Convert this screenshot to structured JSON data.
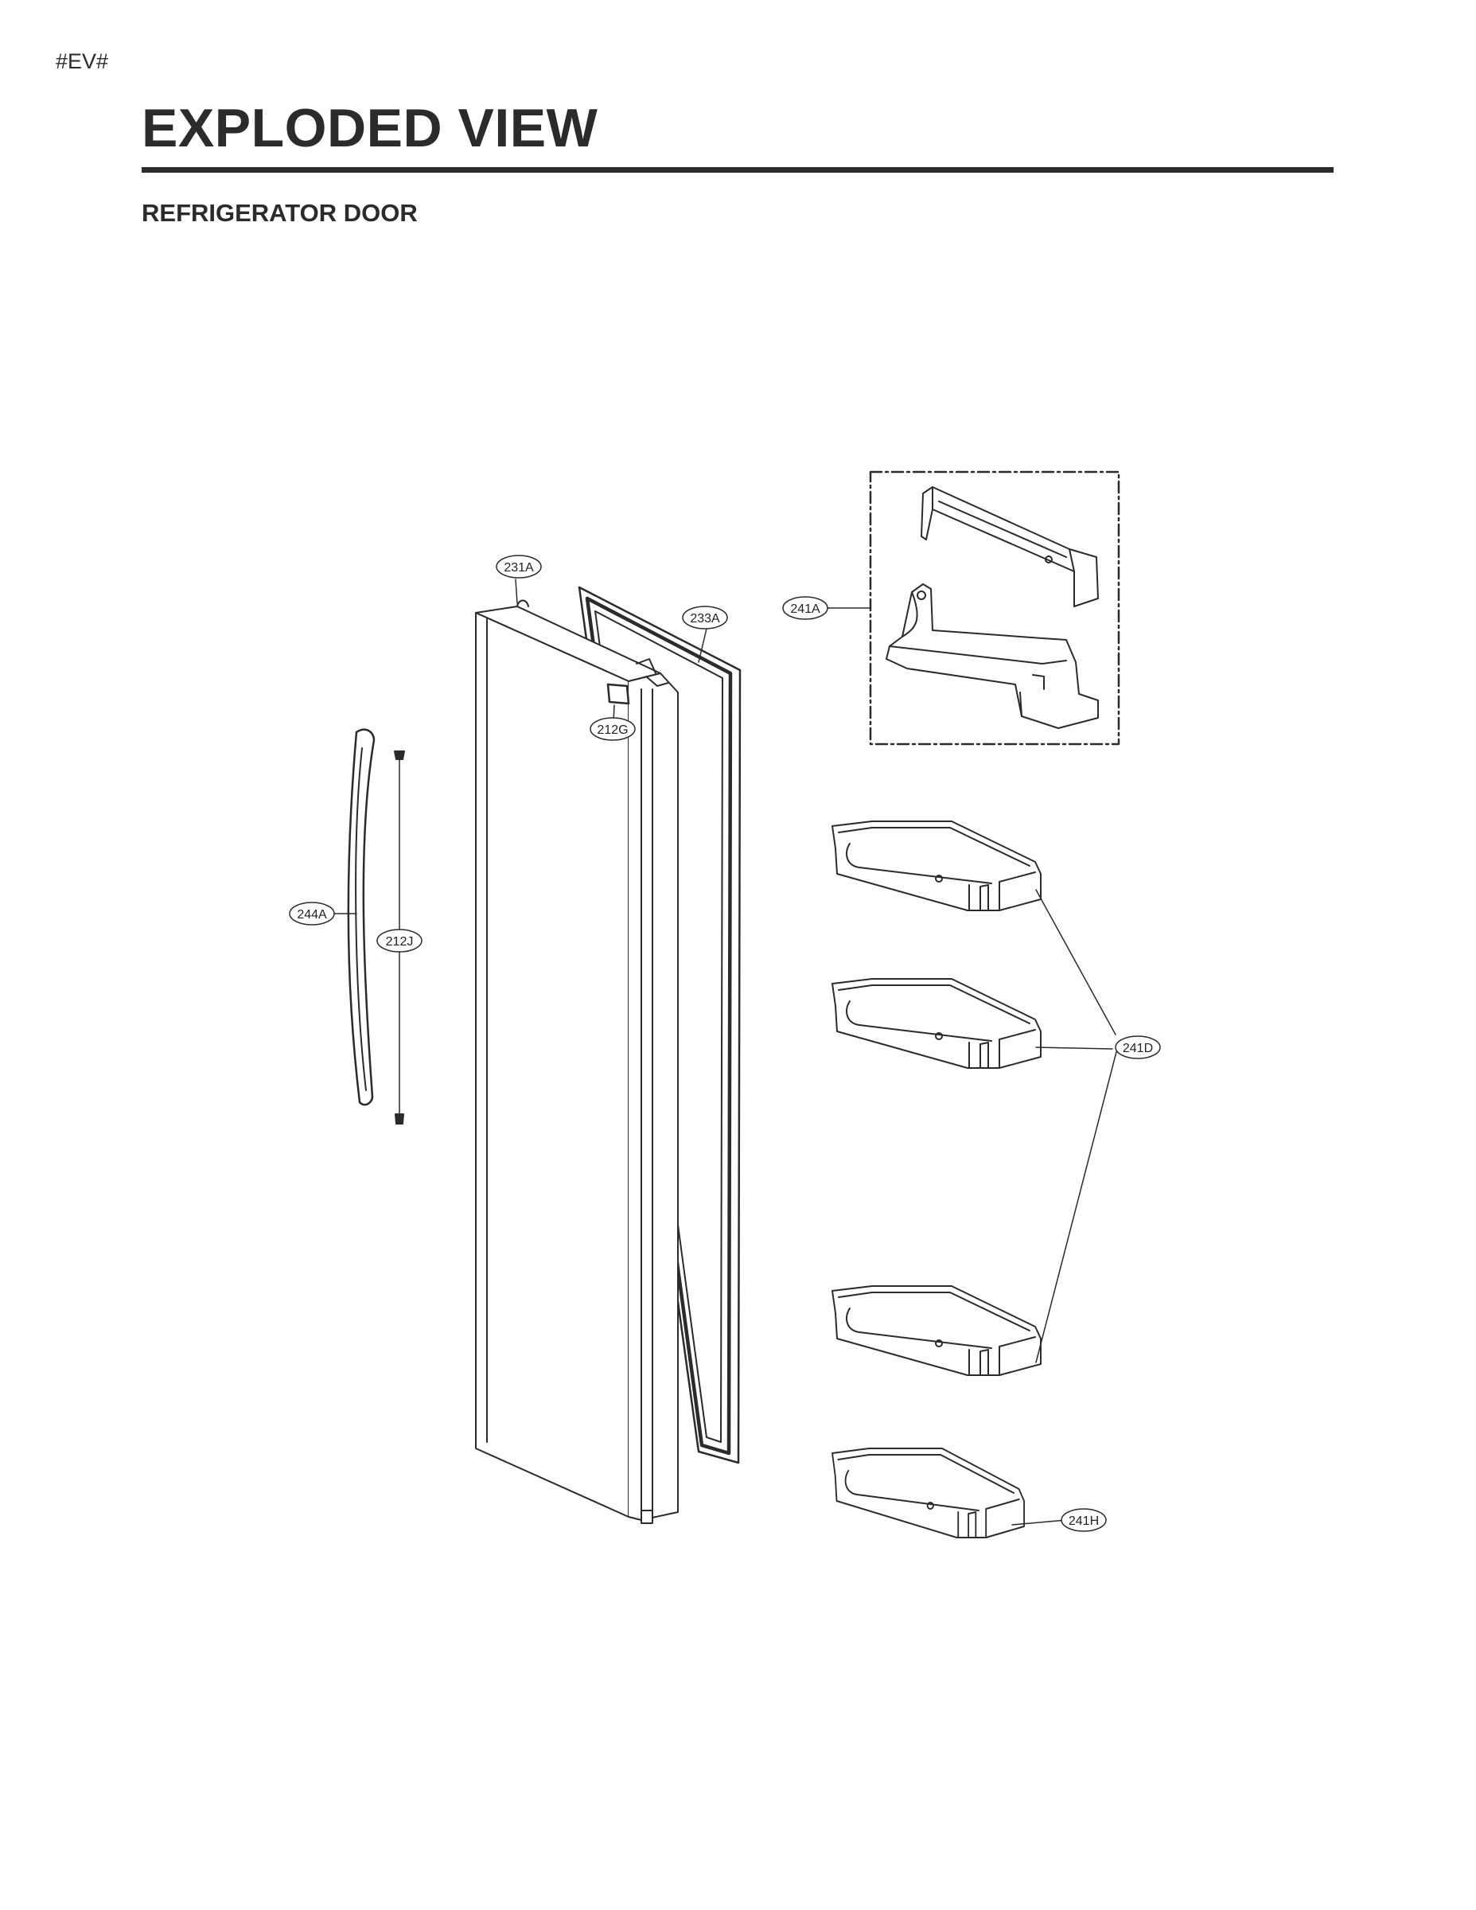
{
  "header": {
    "tag": "#EV#",
    "title": "EXPLODED VIEW",
    "section": "REFRIGERATOR DOOR"
  },
  "callouts": {
    "c231A": "231A",
    "c233A": "233A",
    "c212G": "212G",
    "c241A": "241A",
    "c244A": "244A",
    "c212J": "212J",
    "c241D": "241D",
    "c241H": "241H"
  }
}
